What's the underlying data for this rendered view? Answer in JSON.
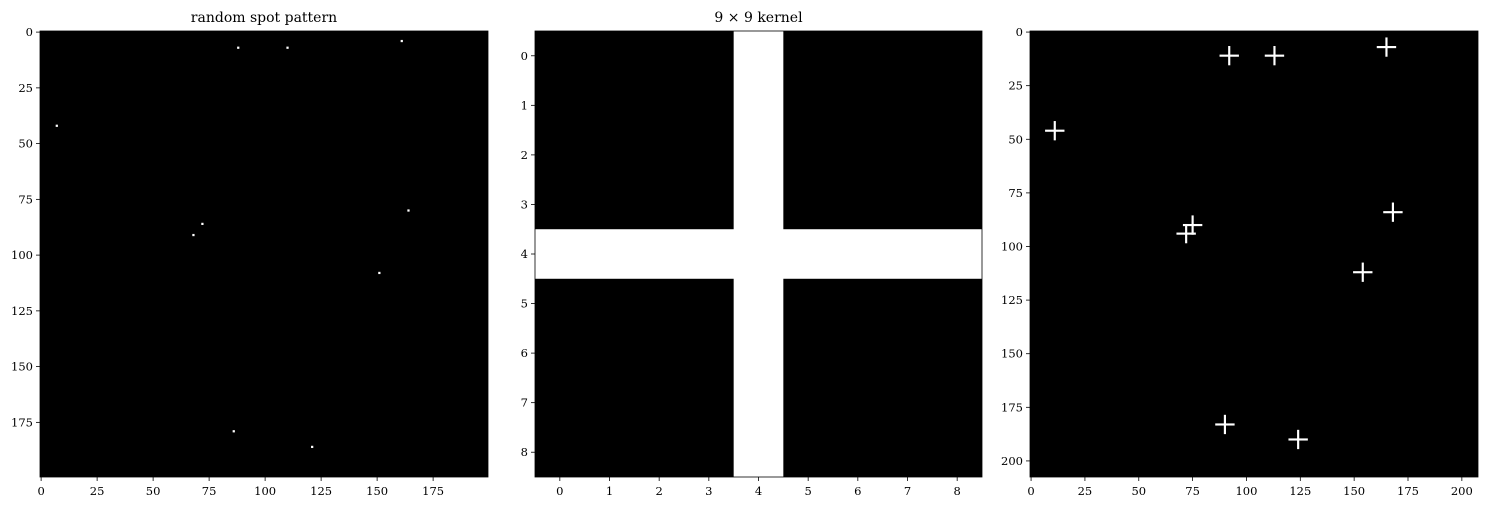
{
  "chart_data": [
    {
      "type": "heatmap",
      "title": "random spot pattern",
      "colormap": "gray",
      "image_size": [
        200,
        200
      ],
      "xlim": [
        -0.5,
        199.5
      ],
      "ylim": [
        199.5,
        -0.5
      ],
      "xticks": [
        0,
        25,
        50,
        75,
        100,
        125,
        150,
        175
      ],
      "yticks": [
        0,
        25,
        50,
        75,
        100,
        125,
        150,
        175
      ],
      "grid": false,
      "spots": [
        {
          "x": 88,
          "y": 7
        },
        {
          "x": 110,
          "y": 7
        },
        {
          "x": 161,
          "y": 4
        },
        {
          "x": 7,
          "y": 42
        },
        {
          "x": 164,
          "y": 80
        },
        {
          "x": 72,
          "y": 86
        },
        {
          "x": 68,
          "y": 91
        },
        {
          "x": 151,
          "y": 108
        },
        {
          "x": 86,
          "y": 179
        },
        {
          "x": 121,
          "y": 186
        }
      ]
    },
    {
      "type": "heatmap",
      "title": "9 × 9 kernel",
      "colormap": "gray",
      "image_size": [
        9,
        9
      ],
      "xlim": [
        -0.5,
        8.5
      ],
      "ylim": [
        8.5,
        -0.5
      ],
      "xticks": [
        0,
        1,
        2,
        3,
        4,
        5,
        6,
        7,
        8
      ],
      "yticks": [
        0,
        1,
        2,
        3,
        4,
        5,
        6,
        7,
        8
      ],
      "grid": false,
      "cross_center": {
        "x": 4,
        "y": 4
      }
    },
    {
      "type": "heatmap",
      "title": "",
      "colormap": "gray",
      "image_size": [
        208,
        208
      ],
      "xlim": [
        -0.5,
        207.5
      ],
      "ylim": [
        207.5,
        -0.5
      ],
      "xticks": [
        0,
        25,
        50,
        75,
        100,
        125,
        150,
        175,
        200
      ],
      "yticks": [
        0,
        25,
        50,
        75,
        100,
        125,
        150,
        175,
        200
      ],
      "grid": false,
      "cross_arm": 4,
      "crosses": [
        {
          "x": 92,
          "y": 11
        },
        {
          "x": 113,
          "y": 11
        },
        {
          "x": 165,
          "y": 7
        },
        {
          "x": 11,
          "y": 46
        },
        {
          "x": 168,
          "y": 84
        },
        {
          "x": 75,
          "y": 90
        },
        {
          "x": 72,
          "y": 94
        },
        {
          "x": 154,
          "y": 112
        },
        {
          "x": 90,
          "y": 183
        },
        {
          "x": 124,
          "y": 190
        }
      ]
    }
  ]
}
